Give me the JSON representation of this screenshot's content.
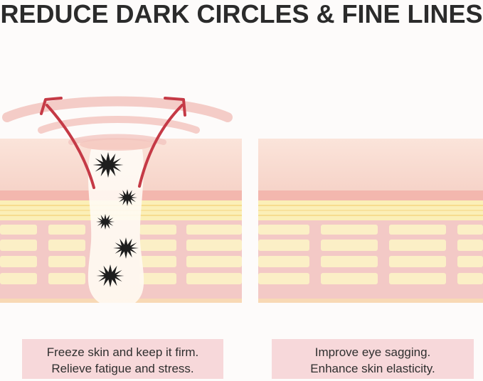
{
  "header": {
    "title": "REDUCE DARK CIRCLES & FINE LINES"
  },
  "panels": {
    "left": {
      "caption_lines": [
        "Freeze skin and keep it firm.",
        "Relieve fatigue and stress."
      ]
    },
    "right": {
      "caption_lines": [
        "Improve eye sagging.",
        "Enhance skin elasticity."
      ]
    }
  },
  "colors": {
    "background": "#fdfbfa",
    "skin_top": "#f6d3c8",
    "skin_line": "#f3b7ae",
    "fat_layer": "#fbefb7",
    "dermis": "#f3c9c6",
    "cells": "#fbefc6",
    "arrow": "#c53a46",
    "caption_bg": "#f7d8da",
    "title": "#2b2b2b"
  },
  "icons": {
    "burst": "starburst-icon",
    "arrow": "curved-arrow-icon"
  }
}
